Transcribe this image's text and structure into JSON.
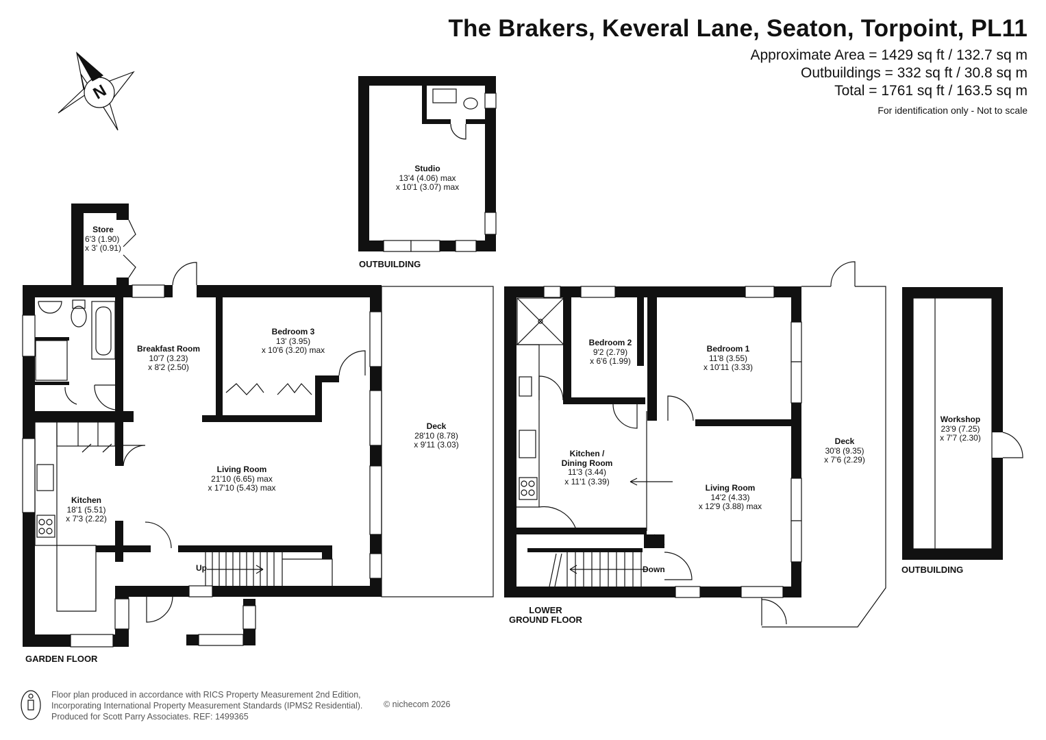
{
  "header": {
    "title": "The Brakers, Keveral Lane, Seaton, Torpoint, PL11",
    "approx_area": "Approximate Area = 1429 sq ft / 132.7 sq m",
    "outbuildings_area": "Outbuildings = 332 sq ft / 30.8 sq m",
    "total_area": "Total = 1761 sq ft / 163.5 sq m",
    "note": "For identification only - Not to scale"
  },
  "compass": {
    "letter": "N"
  },
  "rooms": {
    "studio": {
      "name": "Studio",
      "dim1": "13'4 (4.06) max",
      "dim2": "x 10'1 (3.07) max"
    },
    "store": {
      "name": "Store",
      "dim1": "6'3 (1.90)",
      "dim2": "x 3' (0.91)"
    },
    "breakfast": {
      "name": "Breakfast Room",
      "dim1": "10'7 (3.23)",
      "dim2": "x 8'2 (2.50)"
    },
    "bedroom3": {
      "name": "Bedroom 3",
      "dim1": "13' (3.95)",
      "dim2": "x 10'6 (3.20) max"
    },
    "deck_garden": {
      "name": "Deck",
      "dim1": "28'10 (8.78)",
      "dim2": "x 9'11 (3.03)"
    },
    "living_garden": {
      "name": "Living Room",
      "dim1": "21'10 (6.65) max",
      "dim2": "x 17'10 (5.43) max"
    },
    "kitchen": {
      "name": "Kitchen",
      "dim1": "18'1 (5.51)",
      "dim2": "x 7'3 (2.22)"
    },
    "bedroom2": {
      "name": "Bedroom 2",
      "dim1": "9'2 (2.79)",
      "dim2": "x 6'6 (1.99)"
    },
    "bedroom1": {
      "name": "Bedroom 1",
      "dim1": "11'8 (3.55)",
      "dim2": "x 10'11 (3.33)"
    },
    "kitchen_dining": {
      "name": "Kitchen /",
      "name2": "Dining Room",
      "dim1": "11'3 (3.44)",
      "dim2": "x 11'1 (3.39)"
    },
    "living_lower": {
      "name": "Living Room",
      "dim1": "14'2 (4.33)",
      "dim2": "x 12'9 (3.88) max"
    },
    "deck_lower": {
      "name": "Deck",
      "dim1": "30'8 (9.35)",
      "dim2": "x 7'6 (2.29)"
    },
    "workshop": {
      "name": "Workshop",
      "dim1": "23'9 (7.25)",
      "dim2": "x 7'7 (2.30)"
    }
  },
  "labels": {
    "outbuilding_top": "OUTBUILDING",
    "outbuilding_right": "OUTBUILDING",
    "garden_floor": "GARDEN FLOOR",
    "lower_ground_1": "LOWER",
    "lower_ground_2": "GROUND FLOOR",
    "stairs_up": "Up",
    "stairs_down": "Down"
  },
  "footer": {
    "line1": "Floor plan produced in accordance with RICS Property Measurement 2nd Edition,",
    "line2": "Incorporating International Property Measurement Standards (IPMS2 Residential).",
    "line3": "Produced for Scott Parry Associates.   REF: 1499365",
    "copyright": "© n⁠ichecom 2026"
  },
  "colors": {
    "wall": "#111111",
    "background": "#ffffff",
    "text": "#111111",
    "footer_text": "#555555"
  }
}
